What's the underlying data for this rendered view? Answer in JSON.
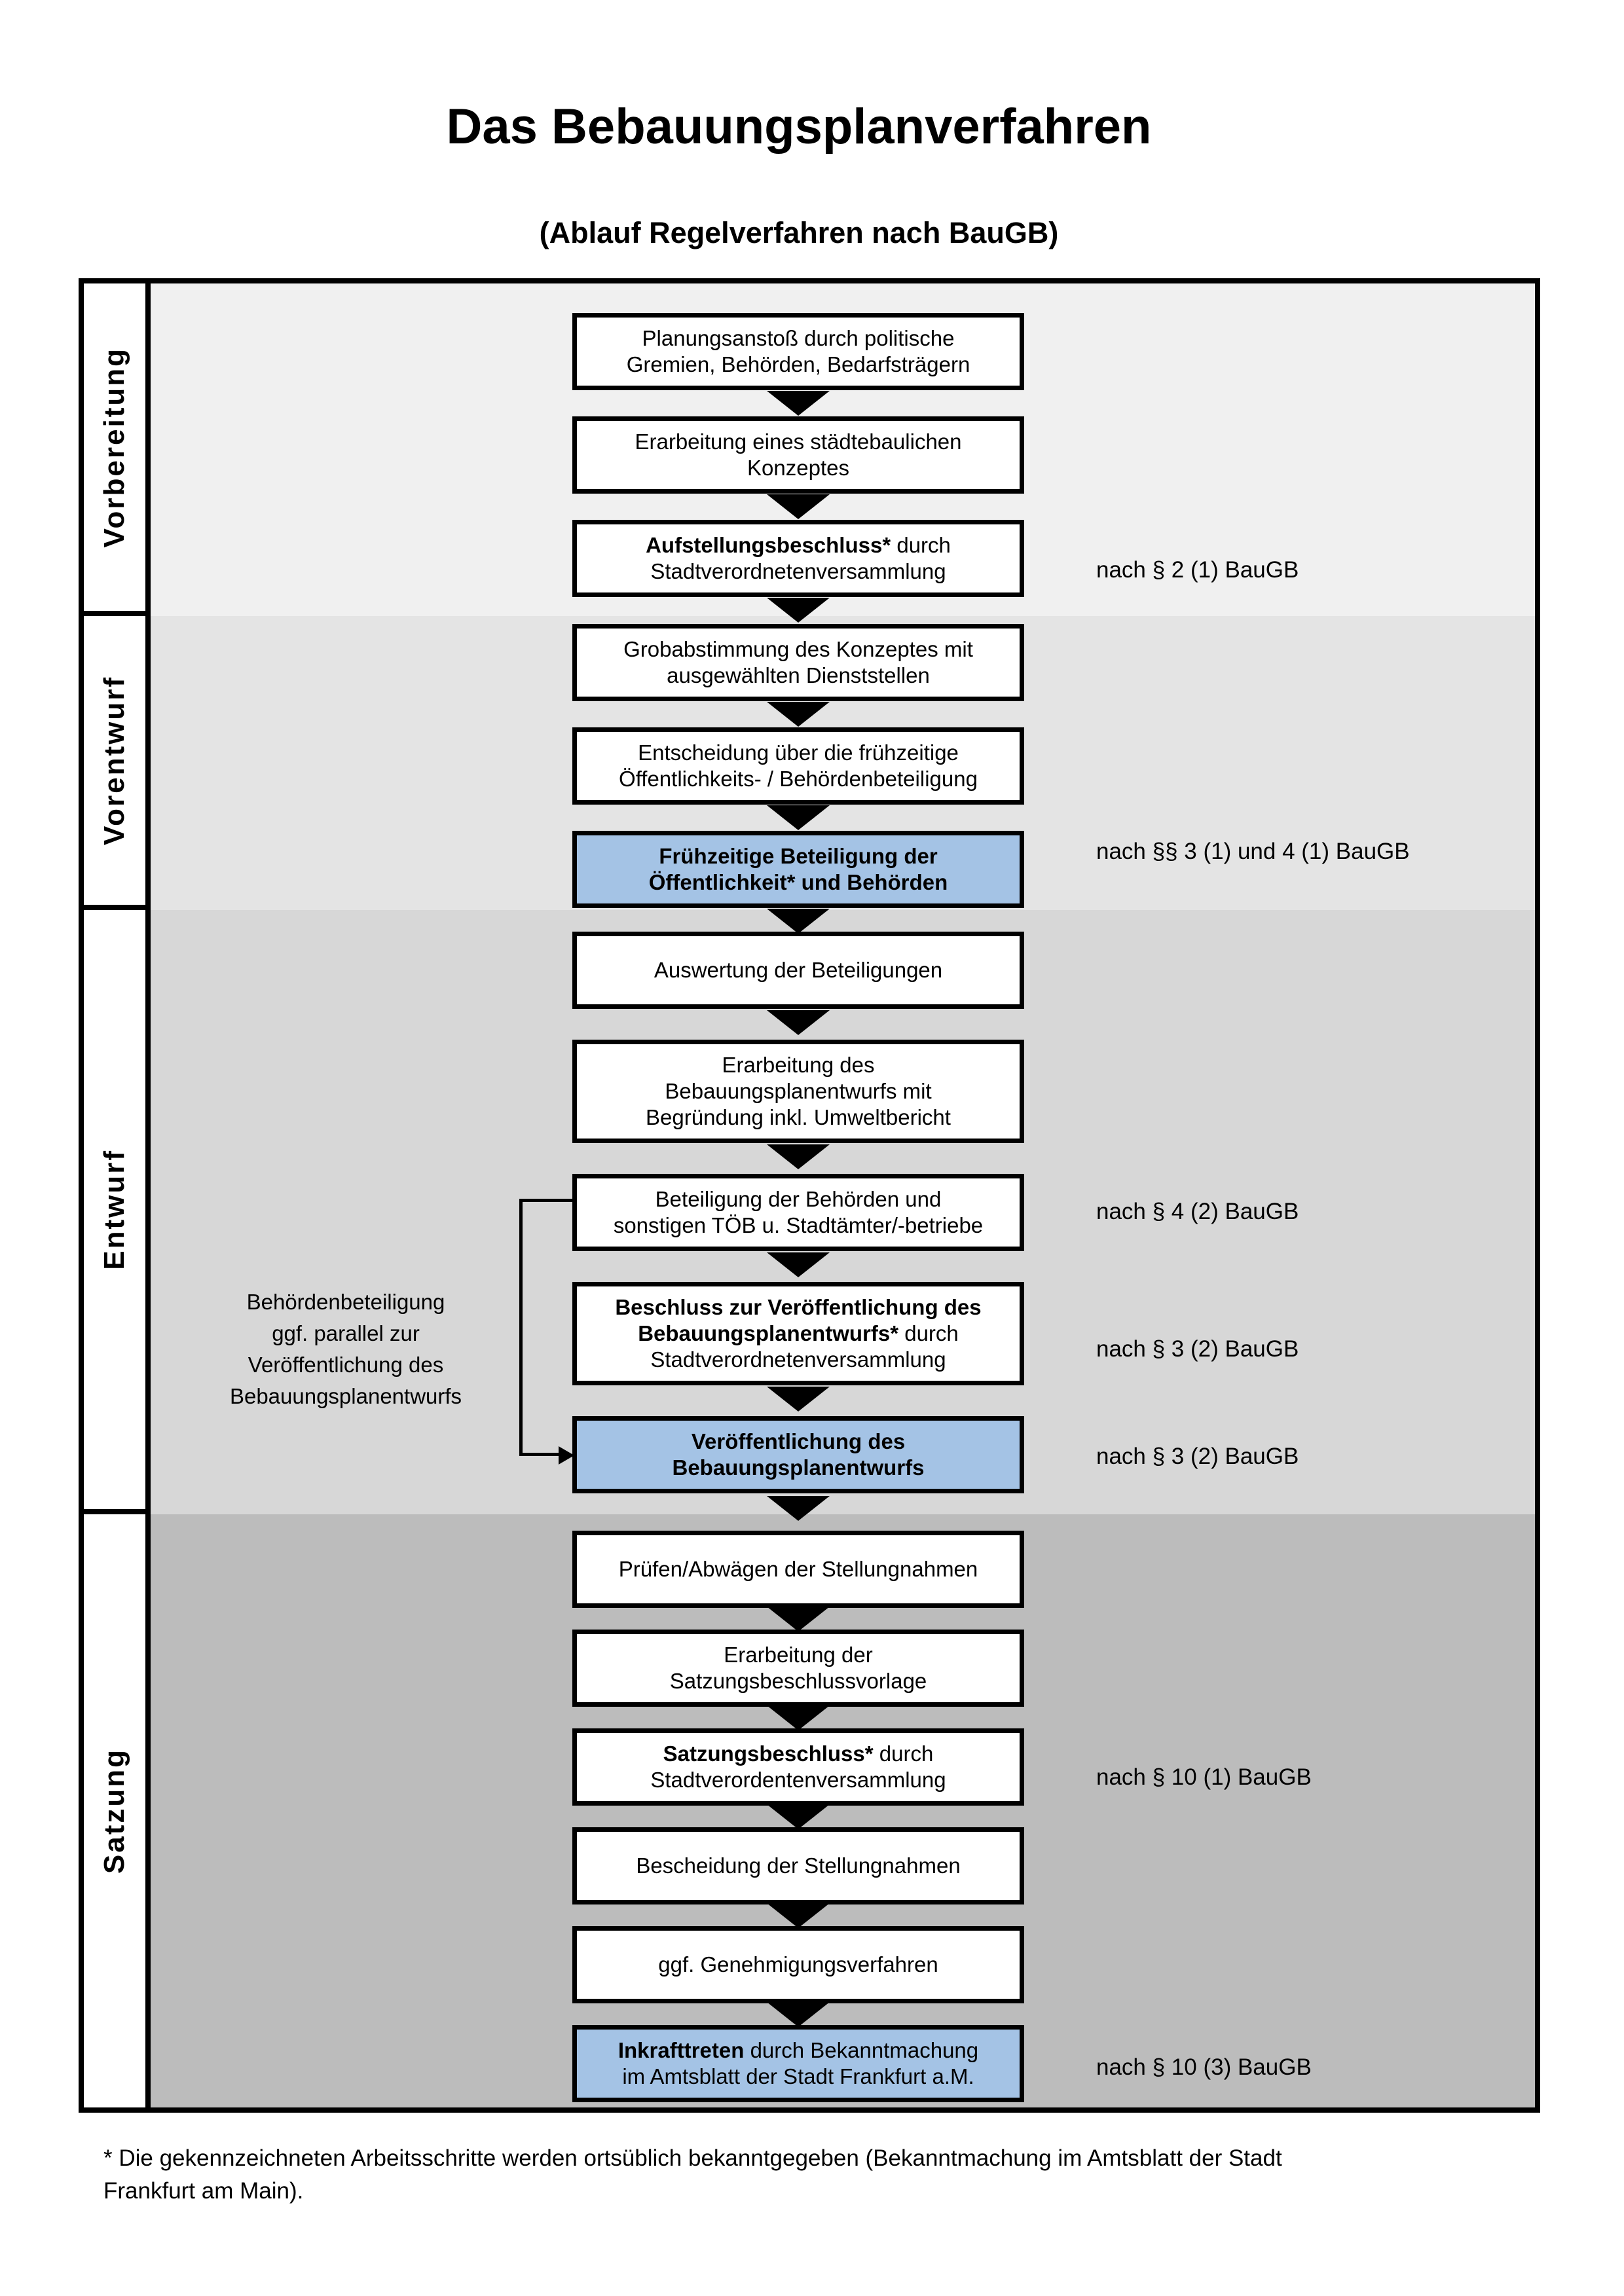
{
  "title": "Das Bebauungsplanverfahren",
  "subtitle": "(Ablauf Regelverfahren nach BauGB)",
  "phases": [
    {
      "label": "Vorbereitung"
    },
    {
      "label": "Vorentwurf"
    },
    {
      "label": "Entwurf"
    },
    {
      "label": "Satzung"
    }
  ],
  "steps": [
    {
      "text": "Planungsanstoß durch politische\nGremien, Behörden, Bedarfsträgern"
    },
    {
      "text": "Erarbeitung eines städtebaulichen\nKonzeptes"
    },
    {
      "bold": "Aufstellungsbeschluss*",
      "text": " durch\nStadtverordnetenversammlung"
    },
    {
      "text": "Grobabstimmung des Konzeptes mit\nausgewählten Dienststellen"
    },
    {
      "text": "Entscheidung über die frühzeitige\nÖffentlichkeits- / Behördenbeteiligung"
    },
    {
      "bold": "Frühzeitige Beteiligung der\nÖffentlichkeit* und Behörden"
    },
    {
      "text": "Auswertung der Beteiligungen"
    },
    {
      "text": "Erarbeitung des\nBebauungsplanentwurfs mit\nBegründung inkl. Umweltbericht"
    },
    {
      "text": "Beteiligung der Behörden und\nsonstigen TÖB u. Stadtämter/-betriebe"
    },
    {
      "bold": "Beschluss zur Veröffentlichung des\nBebauungsplanentwurfs*",
      "text": " durch\nStadtverordnetenversammlung"
    },
    {
      "bold": "Veröffentlichung des\nBebauungsplanentwurfs"
    },
    {
      "text": "Prüfen/Abwägen der Stellungnahmen"
    },
    {
      "text": "Erarbeitung der\nSatzungsbeschlussvorlage"
    },
    {
      "bold": "Satzungsbeschluss*",
      "text": " durch\nStadtverordentenversammlung"
    },
    {
      "text": "Bescheidung der Stellungnahmen"
    },
    {
      "text": "ggf. Genehmigungsverfahren"
    },
    {
      "bold": "Inkrafttreten",
      "text": " durch Bekanntmachung\nim Amtsblatt der Stadt Frankfurt a.M."
    }
  ],
  "refs": [
    {
      "text": "nach § 2 (1) BauGB"
    },
    {
      "text": "nach §§ 3 (1) und 4 (1) BauGB"
    },
    {
      "text": "nach § 4 (2) BauGB"
    },
    {
      "text": "nach § 3 (2) BauGB"
    },
    {
      "text": "nach § 3 (2) BauGB"
    },
    {
      "text": "nach § 10 (1) BauGB"
    },
    {
      "text": "nach § 10 (3) BauGB"
    }
  ],
  "side_note": "Behördenbeteiligung\nggf. parallel zur\nVeröffentlichung des\nBebauungsplanentwurfs",
  "footnote": "* Die gekennzeichneten Arbeitsschritte werden ortsüblich bekanntgegeben (Bekanntmachung im Amtsblatt der Stadt\nFrankfurt am Main).",
  "colors": {
    "highlight_box": "#a4c3e5",
    "band_vorbereitung": "#f0f0f0",
    "band_vorentwurf": "#e4e4e4",
    "band_entwurf": "#d7d7d7",
    "band_satzung": "#bcbcbc",
    "box_border": "#000000"
  }
}
